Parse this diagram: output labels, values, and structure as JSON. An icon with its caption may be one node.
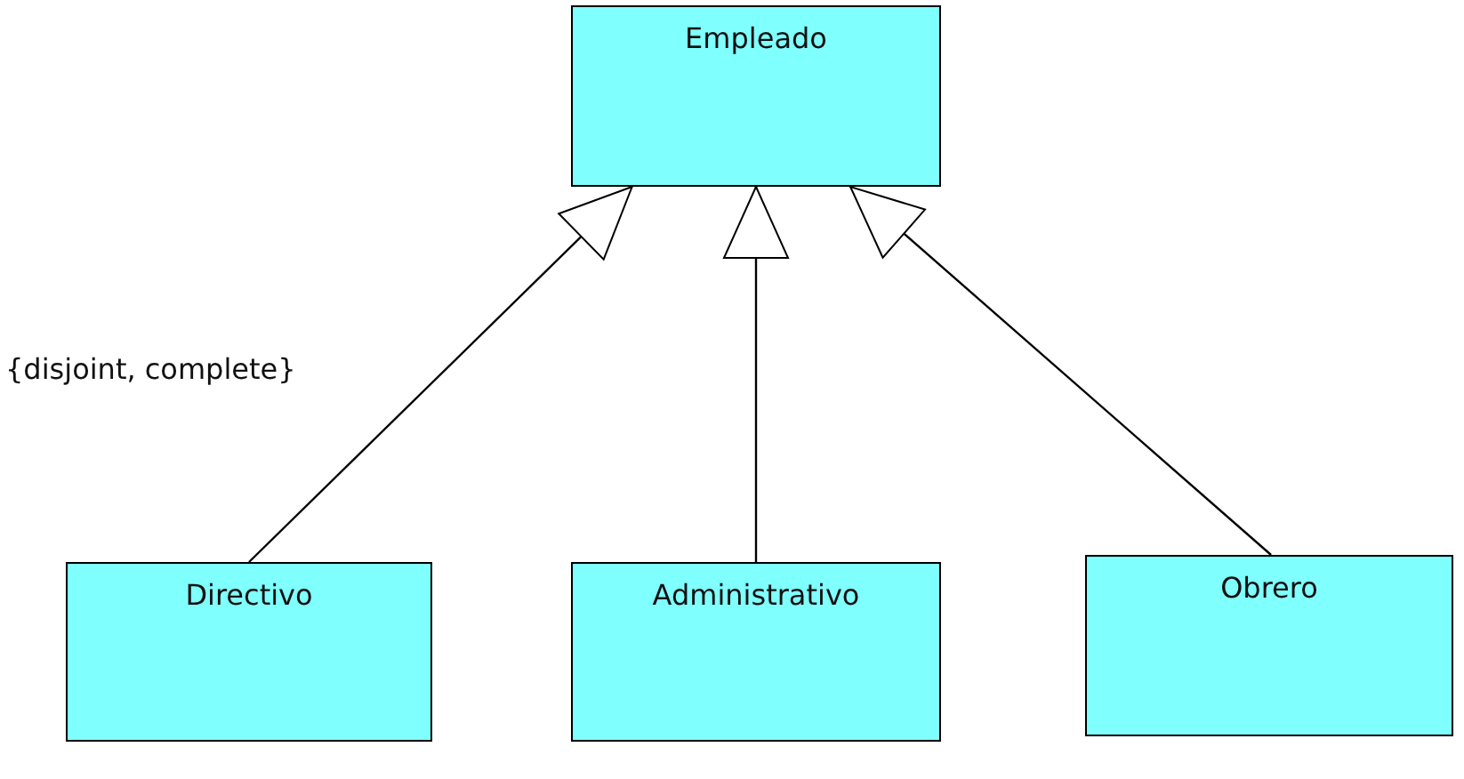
{
  "diagram": {
    "nodes": [
      {
        "text": [
          "Empleado"
        ]
      },
      {
        "text": [
          "Directivo"
        ]
      },
      {
        "text": [
          "Administrativo"
        ]
      },
      {
        "text": [
          "Obrero"
        ]
      }
    ],
    "edges": [
      {
        "from": 1,
        "to": 0,
        "arrow": "to"
      },
      {
        "from": 2,
        "to": 0,
        "arrow": "to"
      },
      {
        "from": 3,
        "to": 0,
        "arrow": "to"
      }
    ],
    "labels": [
      "{disjoint, complete}"
    ]
  }
}
